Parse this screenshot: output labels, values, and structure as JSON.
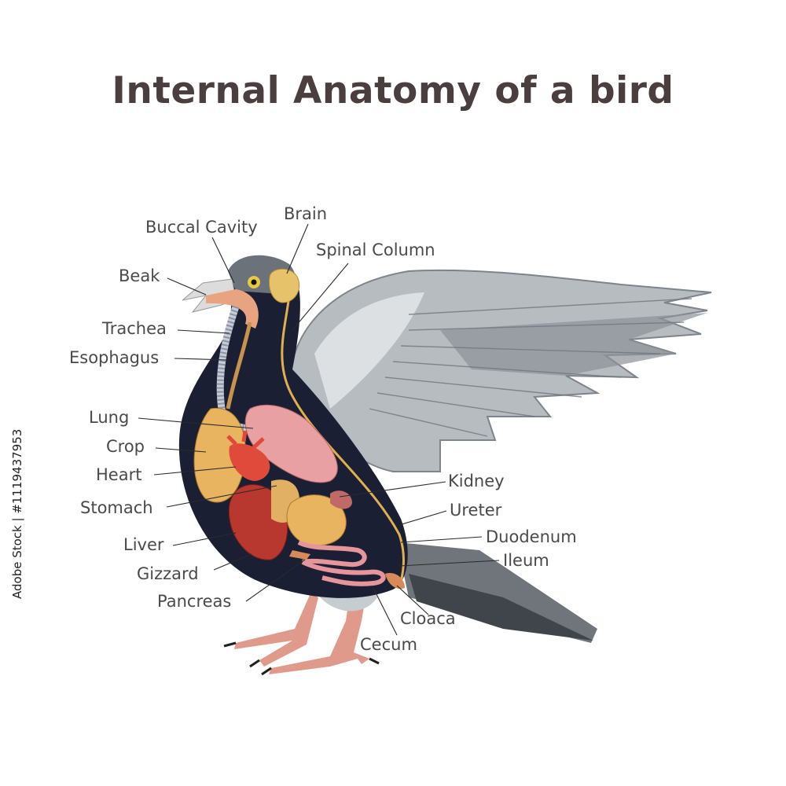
{
  "title": "Internal Anatomy of a bird",
  "labels": {
    "buccal_cavity": "Buccal Cavity",
    "brain": "Brain",
    "spinal_column": "Spinal Column",
    "beak": "Beak",
    "trachea": "Trachea",
    "esophagus": "Esophagus",
    "lung": "Lung",
    "crop": "Crop",
    "heart": "Heart",
    "stomach": "Stomach",
    "liver": "Liver",
    "gizzard": "Gizzard",
    "pancreas": "Pancreas",
    "kidney": "Kidney",
    "ureter": "Ureter",
    "duodenum": "Duodenum",
    "ileum": "Ileum",
    "cloaca": "Cloaca",
    "cecum": "Cecum"
  },
  "watermark_id": "Adobe Stock | #1119437953",
  "colors": {
    "background": "#ffffff",
    "title": "#4a3e3e",
    "body_dark": "#1a1f33",
    "feather_gray": "#a4a9ae",
    "crop_yellow": "#e8b45f",
    "lung_pink": "#e8a0a3",
    "liver_red": "#b8382f",
    "feet_pink": "#e09a8c"
  }
}
